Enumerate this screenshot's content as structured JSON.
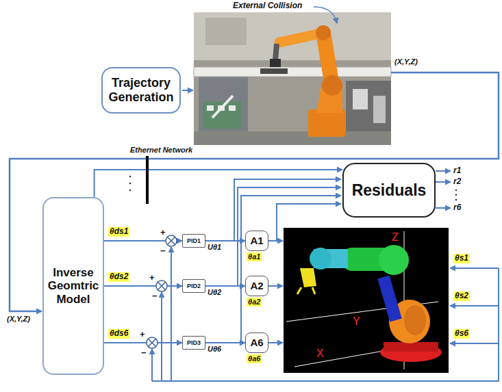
{
  "diagram": {
    "nodes": [
      {
        "text": [
          "Trajectory Generation"
        ]
      },
      {
        "text": [
          "Residuals"
        ]
      },
      {
        "text": [
          "Inverse Geomtric Model"
        ]
      },
      {
        "text": [
          "PID1"
        ]
      },
      {
        "text": [
          "PID2"
        ]
      },
      {
        "text": [
          "PID3"
        ]
      },
      {
        "text": [
          "A1"
        ]
      },
      {
        "text": [
          "A2"
        ]
      },
      {
        "text": [
          "A6"
        ]
      }
    ],
    "edges": [
      {
        "from": 2,
        "to": 1,
        "arrow": "to"
      },
      {
        "from": 2,
        "to": 3,
        "arrow": "to"
      },
      {
        "from": 2,
        "to": 4,
        "arrow": "to"
      },
      {
        "from": 2,
        "to": 5,
        "arrow": "to"
      },
      {
        "from": 3,
        "to": 6,
        "label": "Uθ1",
        "arrow": "to"
      },
      {
        "from": 4,
        "to": 7,
        "label": "Uθ2",
        "arrow": "to"
      },
      {
        "from": 5,
        "to": 8,
        "label": "Uθ6",
        "arrow": "to"
      }
    ],
    "labels": [
      "External Collision",
      "(X,Y,Z)",
      "Ethernet Network",
      "r1",
      "r2",
      "r6",
      "(X,Y,Z)",
      "θds1",
      "+",
      "−",
      "θds2",
      "+",
      "−",
      "θds6",
      "+",
      "−",
      "θa1",
      "θa2",
      "θa6",
      "Z",
      "Y",
      "X",
      "θs1",
      "θs2",
      "θs6"
    ]
  }
}
